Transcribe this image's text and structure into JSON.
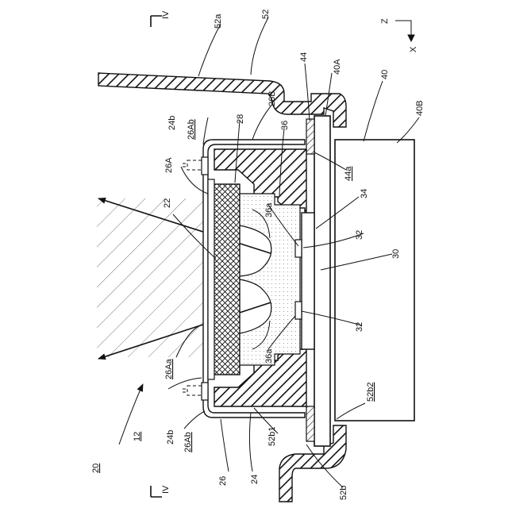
{
  "labels": {
    "iv_top": "IV",
    "iv_bottom": "IV",
    "n52a": "52a",
    "n52": "52",
    "n44": "44",
    "n40A": "40A",
    "n40": "40",
    "n40B": "40B",
    "n26B": "26B",
    "n24b_top": "24b",
    "n26Ab_top": "26Ab",
    "n28": "28",
    "n36": "36",
    "n26A": "26A",
    "n44a": "44a",
    "n22": "22",
    "n36a_top": "36a",
    "n34": "34",
    "n32_top": "32",
    "n30": "30",
    "n32_bot": "32",
    "n26Aa": "26Aa",
    "n36a_bot": "36a",
    "n52b2": "52b2",
    "n24b_bot": "24b",
    "n26Ab_bot": "26Ab",
    "n12": "12",
    "n52b1": "52b1",
    "n20": "20",
    "n26": "26",
    "n24": "24",
    "n52b": "52b",
    "axis_z": "Z",
    "axis_x": "X"
  }
}
